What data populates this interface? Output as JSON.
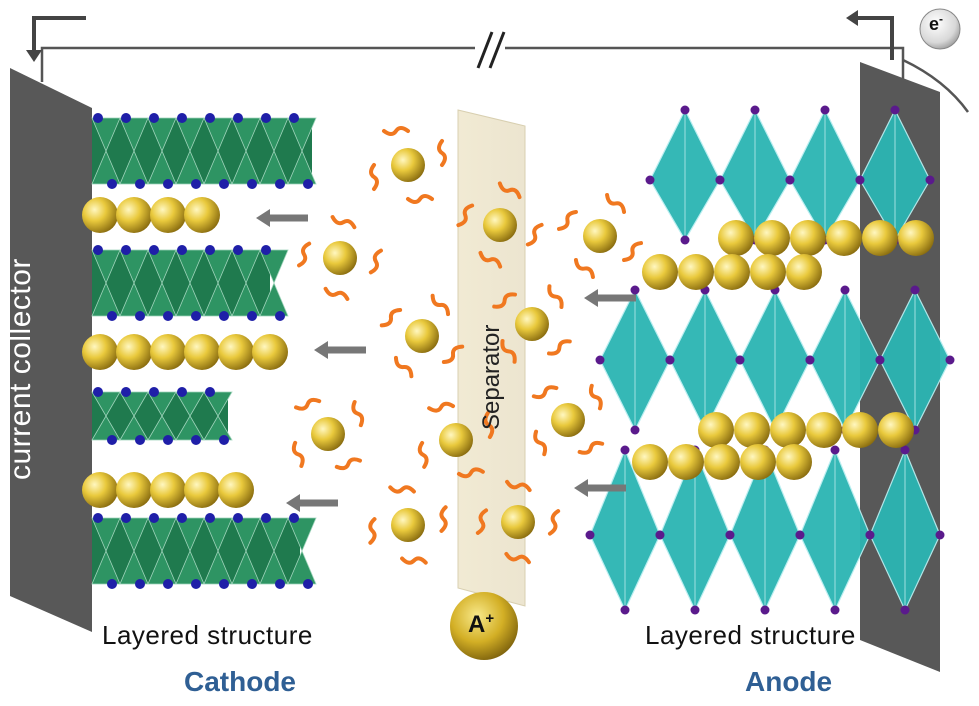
{
  "labels": {
    "current_collector": "current collector",
    "separator": "Separator",
    "cathode_structure": "Layered structure",
    "cathode": "Cathode",
    "anode_structure": "Layered structure",
    "anode": "Anode",
    "ion_base": "A",
    "ion_charge": "+",
    "electron_base": "e",
    "electron_charge": "-"
  },
  "colors": {
    "collector": "#555555",
    "cathode_octahedra": "#1f7a4e",
    "cathode_atoms": "#1f1fa8",
    "anode_octahedra": "#2bb5b3",
    "anode_atoms": "#5a1a8c",
    "ion": "#e2c23a",
    "solvent": "#f07820",
    "title": "#2f5f94",
    "arrow": "#777777"
  }
}
